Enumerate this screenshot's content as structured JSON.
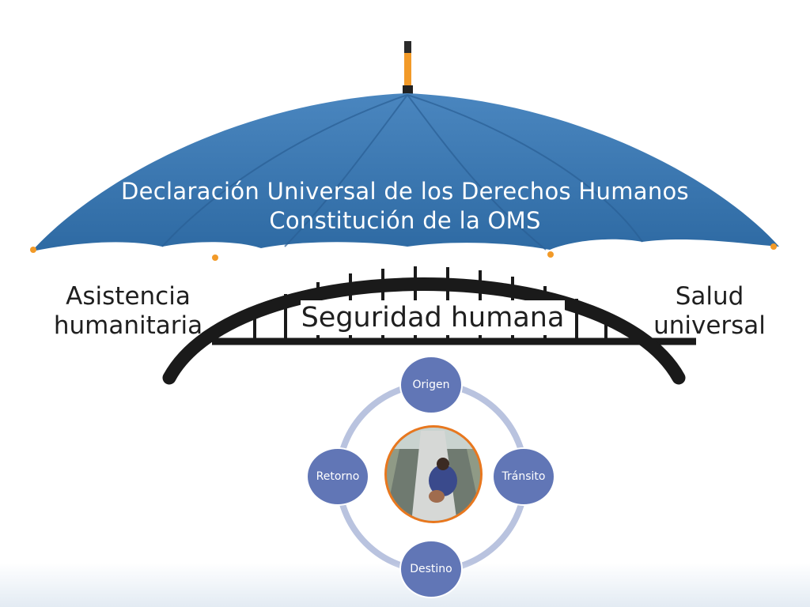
{
  "canopy": {
    "line1": "Declaración Universal de los Derechos Humanos",
    "line2": "Constitución de la OMS"
  },
  "bridge": {
    "label": "Seguridad humana"
  },
  "left_label": {
    "line1": "Asistencia",
    "line2": "humanitaria"
  },
  "right_label": {
    "line1": "Salud",
    "line2": "universal"
  },
  "cycle": {
    "nodes": [
      "Origen",
      "Tránsito",
      "Destino",
      "Retorno"
    ]
  },
  "colors": {
    "umbrella": "#3d7bb3",
    "umbrella_dark": "#2f6aa3",
    "node_fill": "#6176b6",
    "ring": "#b9c3df",
    "center_border": "#e8771e",
    "bridge": "#1a1a1a"
  }
}
